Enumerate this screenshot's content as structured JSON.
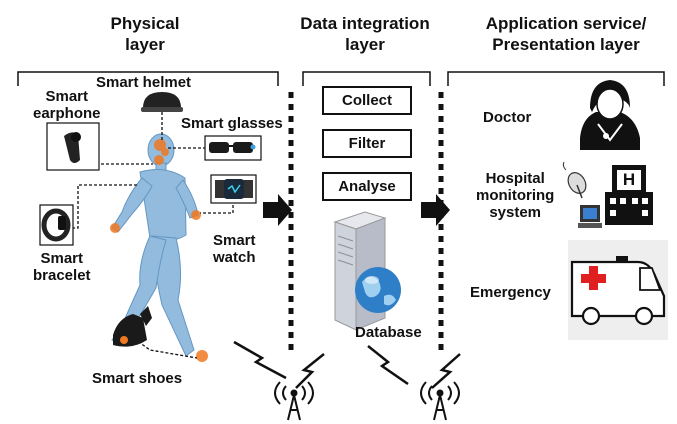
{
  "headers": {
    "physical_line1": "Physical",
    "physical_line2": "layer",
    "integration_line1": "Data integration",
    "integration_line2": "layer",
    "application_line1": "Application service/",
    "application_line2": "Presentation  layer"
  },
  "devices": {
    "helmet": "Smart helmet",
    "earphone_line1": "Smart",
    "earphone_line2": "earphone",
    "glasses": "Smart glasses",
    "watch_line1": "Smart",
    "watch_line2": "watch",
    "bracelet_line1": "Smart",
    "bracelet_line2": "bracelet",
    "shoes": "Smart shoes"
  },
  "integration_steps": [
    "Collect",
    "Filter",
    "Analyse"
  ],
  "database_label": "Database",
  "services": {
    "doctor": "Doctor",
    "hospital_line1": "Hospital",
    "hospital_line2": "monitoring",
    "hospital_line3": "system",
    "emergency": "Emergency",
    "hospital_sign": "H"
  },
  "colors": {
    "joint": "#f07820",
    "body": "#7fb0d8",
    "ambulance_cross": "#e02020"
  }
}
